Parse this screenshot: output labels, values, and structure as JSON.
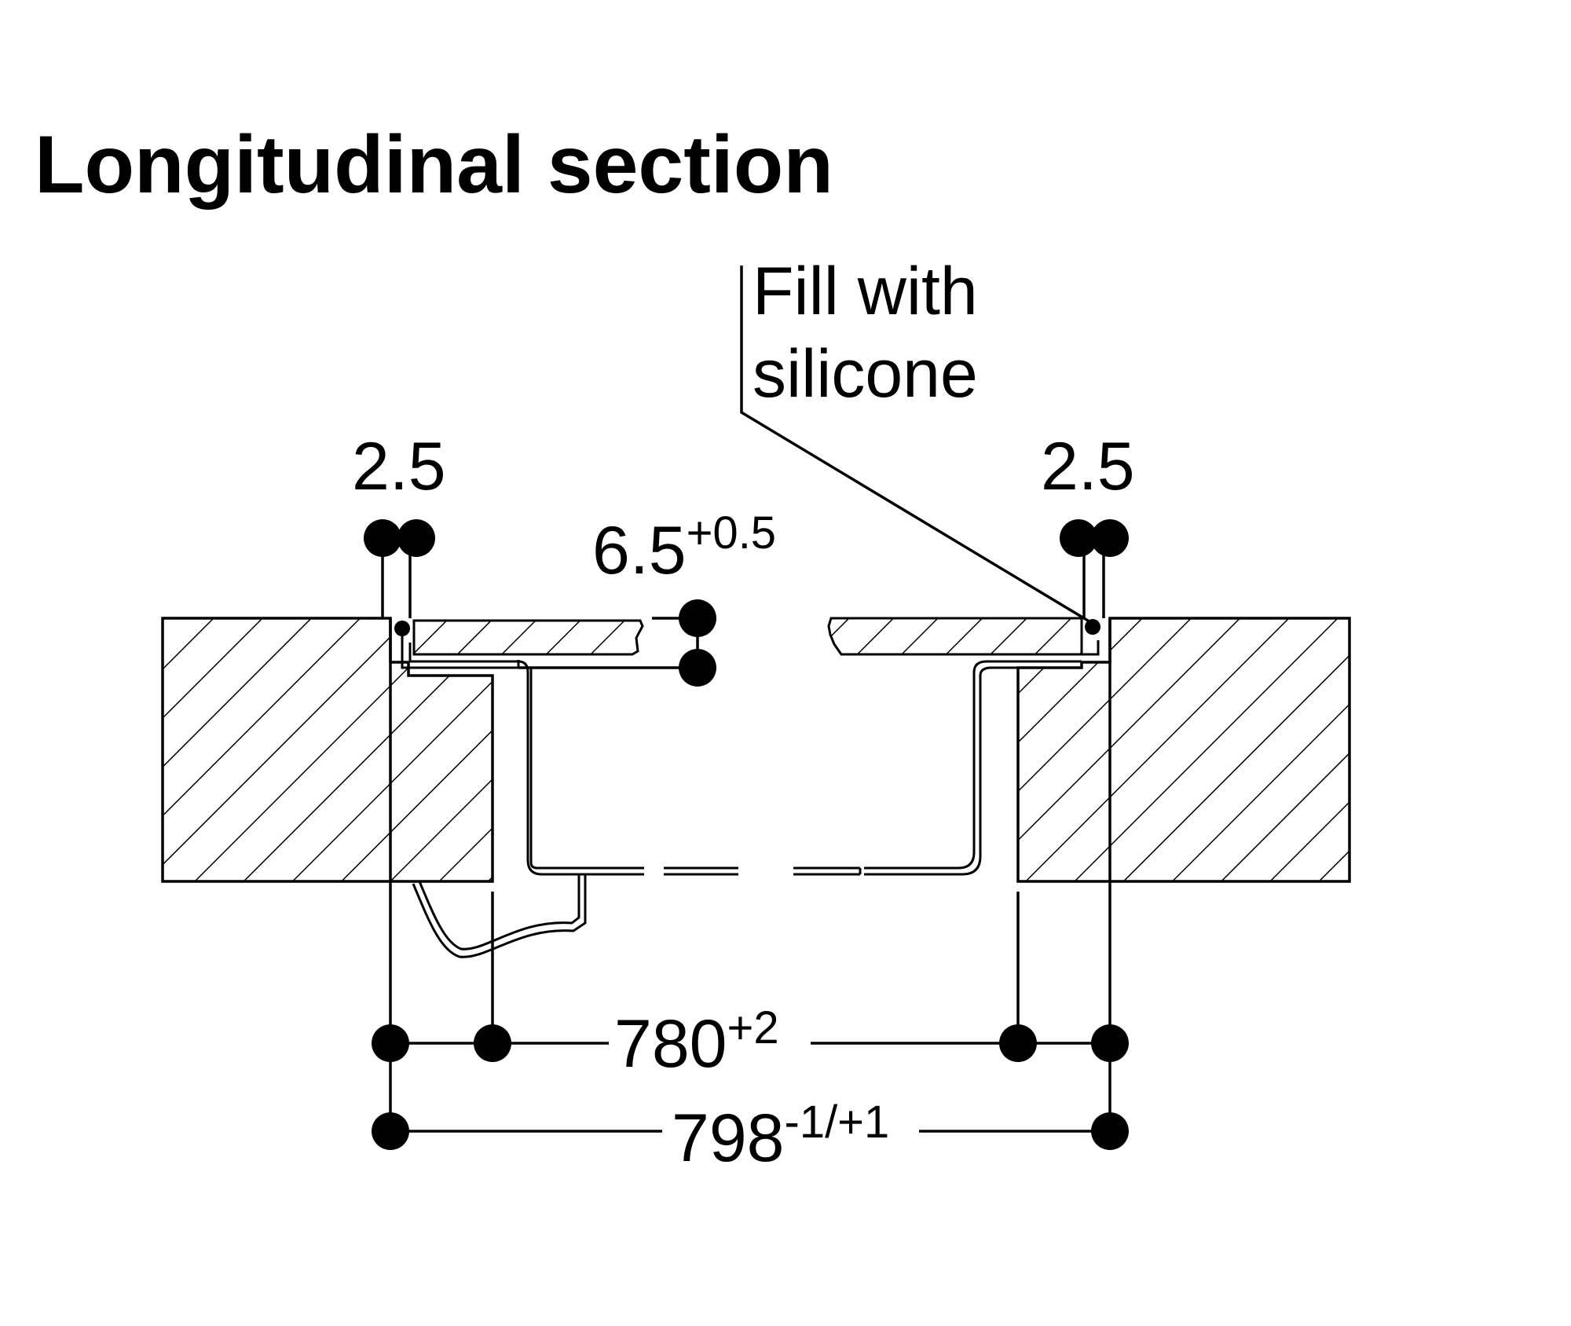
{
  "title": "Longitudinal section",
  "annotation": {
    "line1": "Fill with",
    "line2": "silicone"
  },
  "dimensions": {
    "gap_left": "2.5",
    "gap_right": "2.5",
    "depth": {
      "value": "6.5",
      "tolerance": "+0.5"
    },
    "cutout": {
      "value": "780",
      "tolerance": "+2"
    },
    "overall": {
      "value": "798",
      "tolerance": "-1/+1"
    }
  },
  "colors": {
    "ink": "#000000",
    "background": "#ffffff"
  }
}
